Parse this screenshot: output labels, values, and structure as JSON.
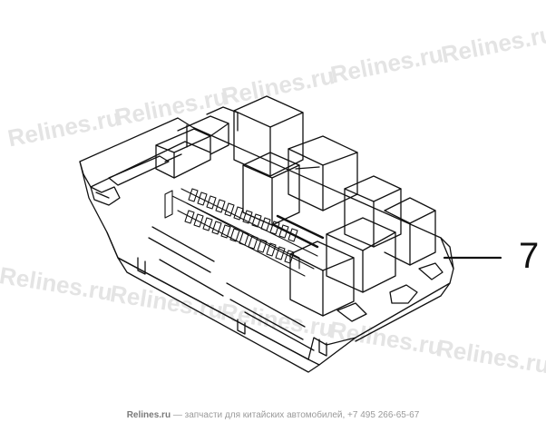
{
  "watermark": {
    "text": "Relines.ru",
    "color": "#e4e4e4"
  },
  "callout": {
    "number": "7"
  },
  "footer": {
    "brand": "Relines.ru",
    "text": " — запчасти для китайских автомобилей, +7 495 266-65-67"
  },
  "colors": {
    "line": "#111111",
    "background": "#ffffff"
  }
}
